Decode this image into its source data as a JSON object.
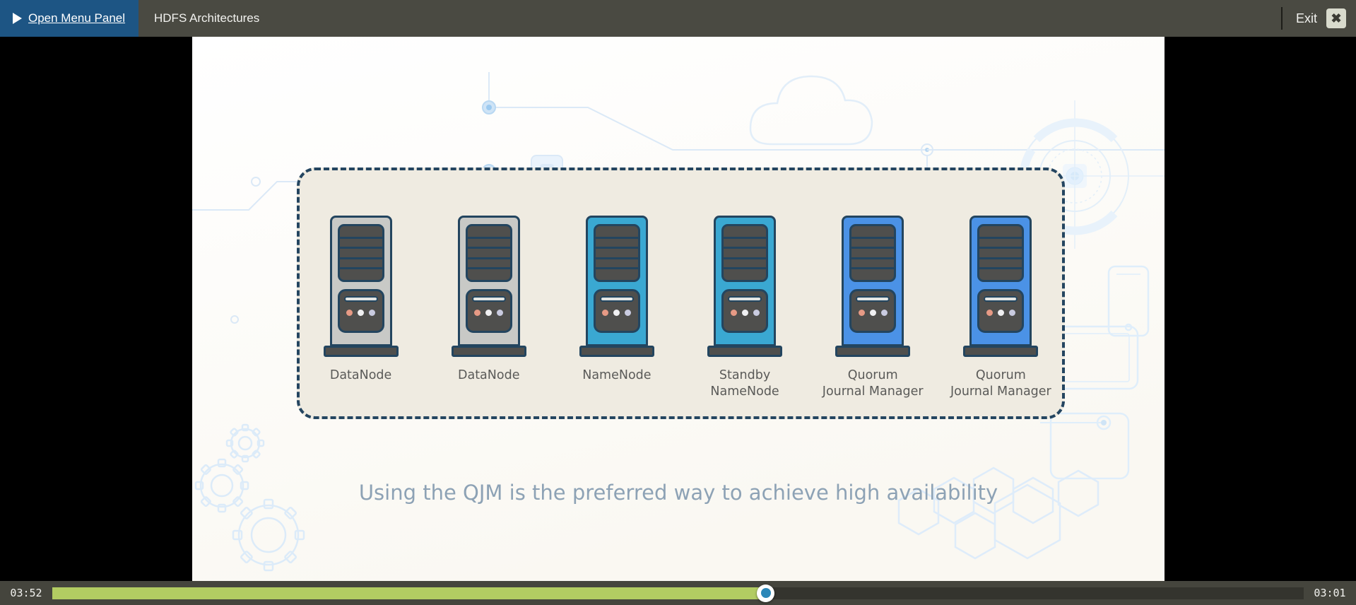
{
  "topbar": {
    "menu_button_label": "Open Menu Panel",
    "menu_icon": "play-triangle-icon",
    "slide_title": "HDFS Architectures",
    "exit_label": "Exit",
    "close_icon": "close-x-icon",
    "bg_color": "#4a4a42",
    "menu_bg_color": "#1d5584"
  },
  "slide": {
    "background_color": "#ffffff",
    "container_fill": "#efebe1",
    "container_border_color": "#244560",
    "caption": "Using the QJM is the preferred way to achieve high availability",
    "caption_color": "#8da2b5",
    "nodes": [
      {
        "label_line1": "DataNode",
        "label_line2": "",
        "color": "#c8c9c6",
        "type": "datanode"
      },
      {
        "label_line1": "DataNode",
        "label_line2": "",
        "color": "#c8c9c6",
        "type": "datanode"
      },
      {
        "label_line1": "NameNode",
        "label_line2": "",
        "color": "#3aa8d2",
        "type": "namenode"
      },
      {
        "label_line1": "Standby",
        "label_line2": "NameNode",
        "color": "#3aa8d2",
        "type": "standby-namenode"
      },
      {
        "label_line1": "Quorum",
        "label_line2": "Journal Manager",
        "color": "#4b92e6",
        "type": "quorum-journal-manager"
      },
      {
        "label_line1": "Quorum",
        "label_line2": "Journal Manager",
        "color": "#4b92e6",
        "type": "quorum-journal-manager"
      }
    ],
    "led_colors": [
      "#e79a85",
      "#f0f0f2",
      "#c9cbe0"
    ],
    "decorations": [
      "cloud-outline",
      "circuit-traces",
      "circular-tech-hud",
      "hexagon-cluster",
      "gears-cluster",
      "phone-outline",
      "tablet-outline",
      "rounded-rect-outline"
    ]
  },
  "player": {
    "elapsed_time": "03:52",
    "remaining_time": "03:01",
    "progress_percent": 57,
    "track_fill_color": "#b2cc62",
    "track_bg_color": "#34342e",
    "knob_color": "#2b87b8"
  }
}
